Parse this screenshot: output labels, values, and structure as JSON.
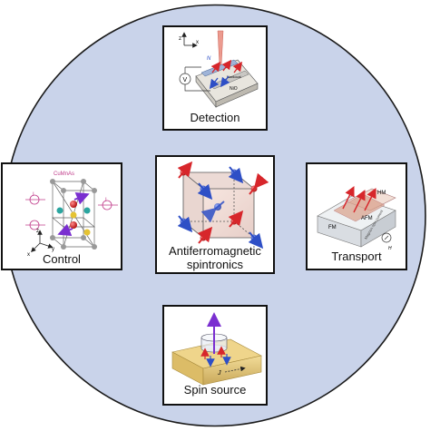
{
  "colors": {
    "circle_fill": "#c9d3ea",
    "circle_stroke": "#1a1a1a",
    "panel_border": "#111111",
    "panel_fill": "#ffffff",
    "spin_red": "#d7262b",
    "spin_blue": "#2e4fc6"
  },
  "center": {
    "label_line1": "Antiferromagnetic",
    "label_line2": "spintronics"
  },
  "panels": {
    "detection": {
      "label": "Detection",
      "inset_text": [
        "Nonlocal",
        "NiO",
        "N",
        "N",
        "V",
        "z",
        "y",
        "x"
      ]
    },
    "control": {
      "label": "Control",
      "inset_text": [
        "CuMnAs",
        "I",
        "I",
        "z",
        "x",
        "y"
      ]
    },
    "transport": {
      "label": "Transport",
      "inset_text": [
        "HM",
        "AFM",
        "FM",
        "Magnon spin current",
        "H"
      ]
    },
    "spin_source": {
      "label": "Spin source",
      "inset_text": [
        "J"
      ]
    }
  },
  "icons": [
    "red-spin-arrow-icon",
    "blue-spin-arrow-icon",
    "current-arrow-icon",
    "purple-magnetization-arrow-icon"
  ]
}
